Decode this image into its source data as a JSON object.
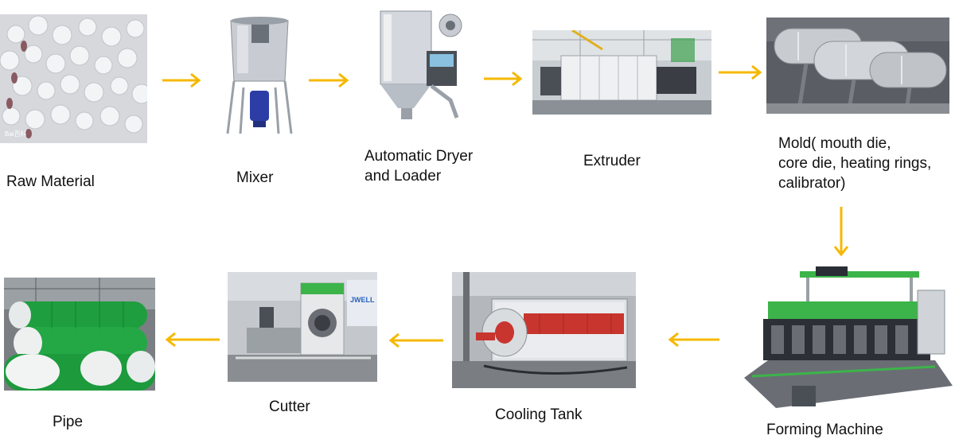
{
  "steps": {
    "raw_material": "Raw  Material",
    "mixer": "Mixer",
    "dryer": "Automatic Dryer\nand Loader",
    "extruder": "Extruder",
    "mold": "Mold( mouth die,\ncore die, heating rings,\ncalibrator)",
    "forming": "Forming Machine",
    "cooling": "Cooling Tank",
    "cutter": "Cutter",
    "pipe": "Pipe"
  },
  "watermarks": {
    "raw_material": "Bai百科",
    "cutter_brand": "JWELL"
  },
  "colors": {
    "arrow": "#f5b800",
    "pipe_green": "#1e9e3e",
    "machine_green": "#3cb44a",
    "cooling_red": "#c8352e"
  },
  "icons": {
    "flow_arrow": "arrow-icon"
  }
}
